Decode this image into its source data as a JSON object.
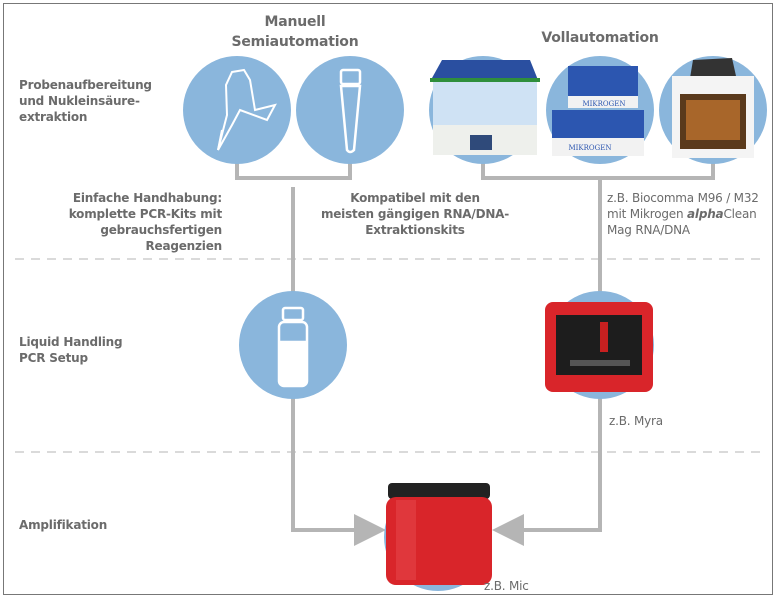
{
  "headers": {
    "manual_line1": "Manuell",
    "manual_line2": "Semiautomation",
    "full": "Vollautomation"
  },
  "rows": {
    "row1": [
      "Probenaufbereitung",
      "und Nukleinsäure-",
      "extraktion"
    ],
    "row2": [
      "Liquid Handling",
      "PCR Setup"
    ],
    "row3": [
      "Amplifikation"
    ]
  },
  "notes": {
    "easy": [
      "Einfache Handhabung:",
      "komplette PCR-Kits mit",
      "gebrauchsfertigen Reagenzien"
    ],
    "compatible": [
      "Kompatibel mit den",
      "meisten gängigen RNA/DNA-",
      "Extraktionskits"
    ],
    "biocomma": {
      "line1": "z.B. Biocomma M96 / M32",
      "line2_pre": "mit Mikrogen ",
      "line2_em": "alpha",
      "line2_post": "Clean",
      "line3": "Mag RNA/DNA"
    },
    "myra": "z.B. Myra",
    "mic": "z.B. Mic"
  },
  "brand_label": "MIKROGEN",
  "colors": {
    "circle": "#8ab6dc",
    "line": "#b5b5b5",
    "red": "#d9252a",
    "text": "#6b6b6b"
  }
}
